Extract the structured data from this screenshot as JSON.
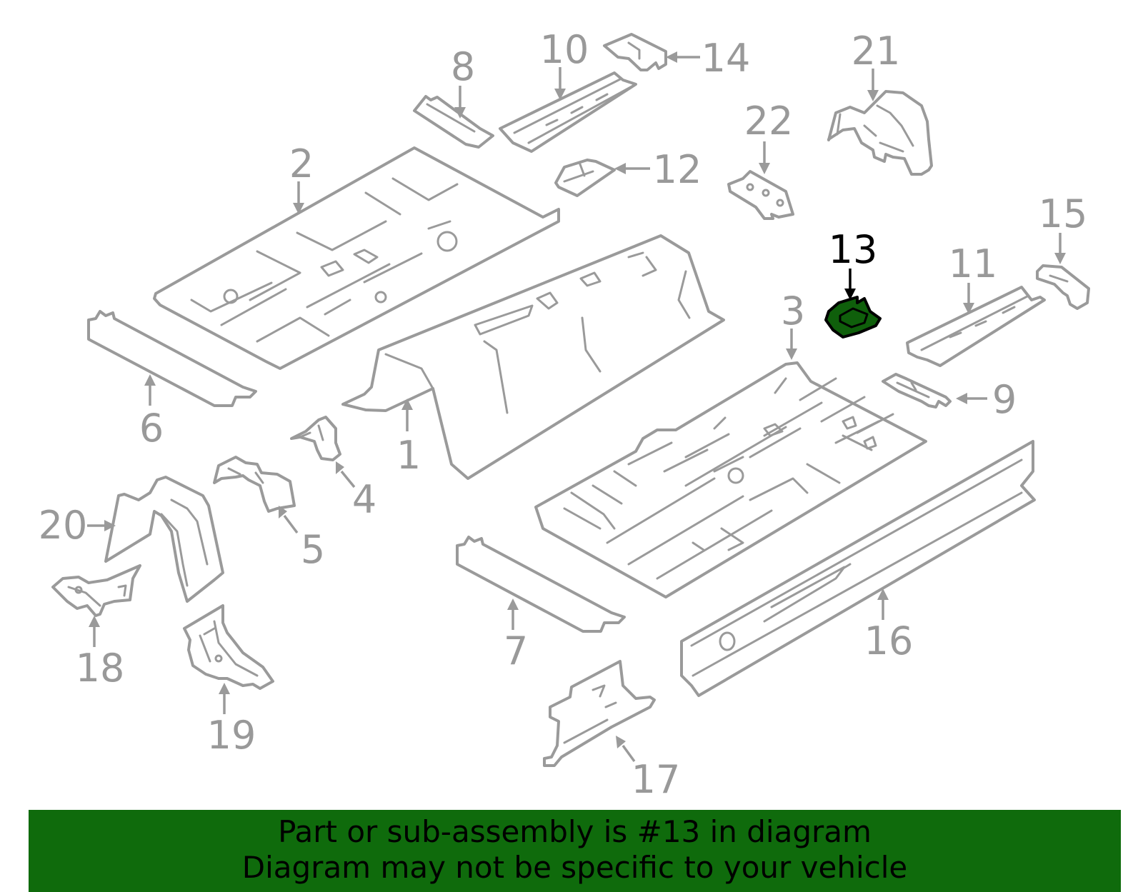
{
  "highlighted_part": "13",
  "colors": {
    "highlight": "#0f6b0c",
    "outline": "#9a9a9a",
    "label": "#999999"
  },
  "callouts": {
    "p1": "1",
    "p2": "2",
    "p3": "3",
    "p4": "4",
    "p5": "5",
    "p6": "6",
    "p7": "7",
    "p8": "8",
    "p9": "9",
    "p10": "10",
    "p11": "11",
    "p12": "12",
    "p13": "13",
    "p14": "14",
    "p15": "15",
    "p16": "16",
    "p17": "17",
    "p18": "18",
    "p19": "19",
    "p20": "20",
    "p21": "21",
    "p22": "22"
  },
  "footer": {
    "line1": "Part or sub-assembly is #13 in diagram",
    "line2": "Diagram may not be specific to your vehicle"
  }
}
